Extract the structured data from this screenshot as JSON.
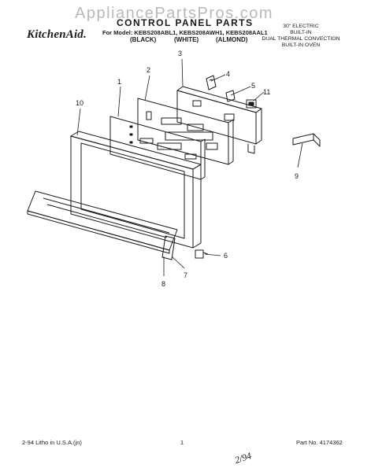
{
  "watermark": "AppliancePartsPros.com",
  "header": {
    "title": "CONTROL PANEL PARTS",
    "brand": "KitchenAid.",
    "models_line": "For Model: KEBS208ABL1, KEBS208AWH1, KEBS208AAL1",
    "colors": [
      "(BLACK)",
      "(WHITE)",
      "(ALMOND)"
    ],
    "description": [
      "30\" ELECTRIC",
      "BUILT-IN",
      "DUAL THERMAL CONVECTION",
      "BUILT-IN OVEN"
    ]
  },
  "callouts": [
    "1",
    "2",
    "3",
    "4",
    "5",
    "11",
    "10",
    "9",
    "6",
    "7",
    "8"
  ],
  "footer": {
    "left": "2-94 Litho in U.S.A.(jn)",
    "center": "1",
    "right": "Part No. 4174362",
    "handwritten": "2/94"
  }
}
